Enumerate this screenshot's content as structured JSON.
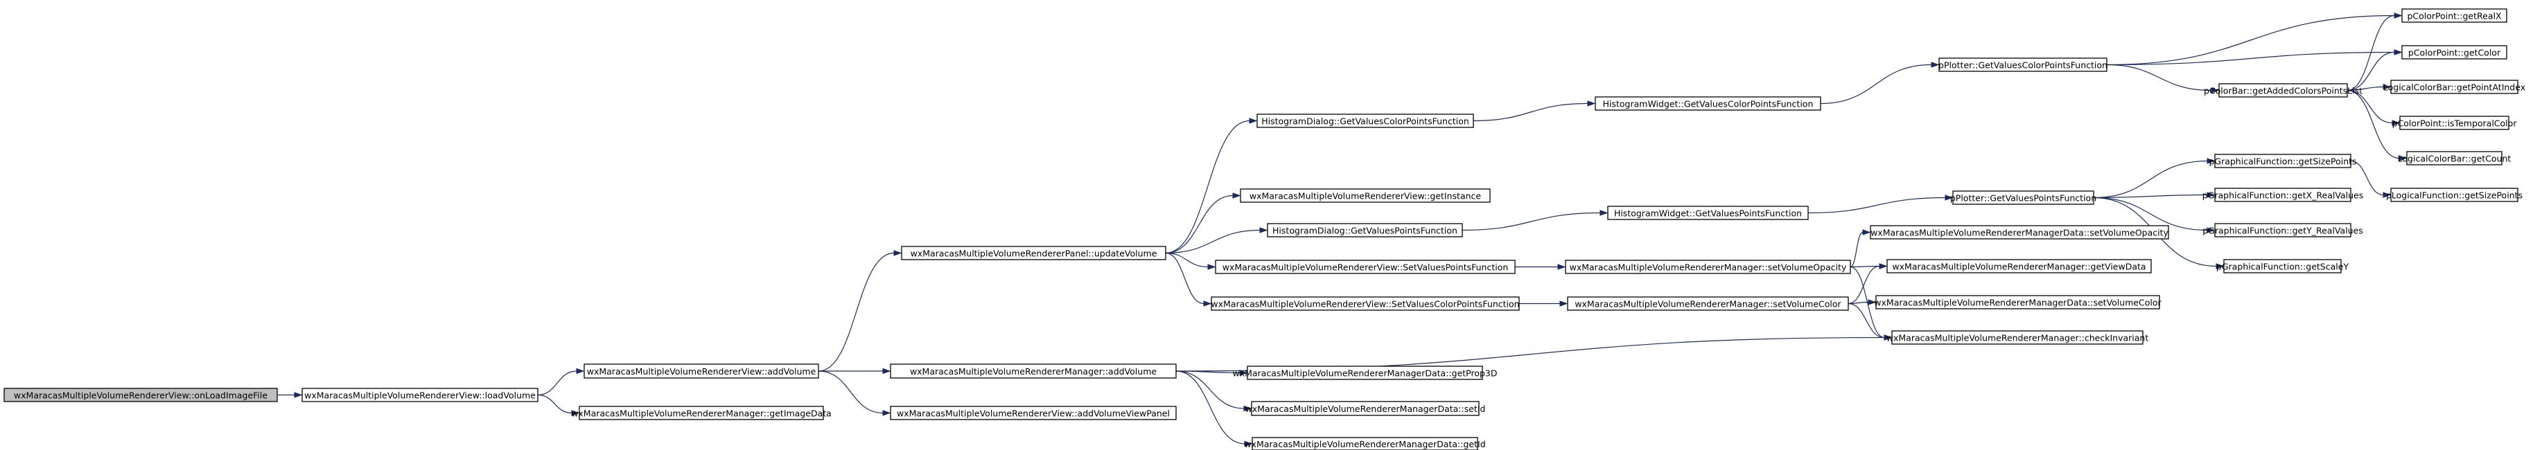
{
  "nodes": [
    {
      "id": "n0",
      "label": "wxMaracasMultipleVolumeRendererView::onLoadImageFile",
      "root": true
    },
    {
      "id": "n1",
      "label": "wxMaracasMultipleVolumeRendererView::loadVolume"
    },
    {
      "id": "n2",
      "label": "wxMaracasMultipleVolumeRendererView::addVolume"
    },
    {
      "id": "n3",
      "label": "wxMaracasMultipleVolumeRendererManager::getImageData"
    },
    {
      "id": "n4",
      "label": "wxMaracasMultipleVolumeRendererPanel::updateVolume"
    },
    {
      "id": "n5",
      "label": "wxMaracasMultipleVolumeRendererManager::addVolume"
    },
    {
      "id": "n6",
      "label": "wxMaracasMultipleVolumeRendererView::addVolumeViewPanel"
    },
    {
      "id": "n7",
      "label": "HistogramDialog::GetValuesColorPointsFunction"
    },
    {
      "id": "n8",
      "label": "wxMaracasMultipleVolumeRendererView::getInstance"
    },
    {
      "id": "n9",
      "label": "HistogramDialog::GetValuesPointsFunction"
    },
    {
      "id": "n10",
      "label": "wxMaracasMultipleVolumeRendererView::SetValuesPointsFunction"
    },
    {
      "id": "n11",
      "label": "wxMaracasMultipleVolumeRendererView::SetValuesColorPointsFunction"
    },
    {
      "id": "n12",
      "label": "wxMaracasMultipleVolumeRendererManagerData::getProp3D"
    },
    {
      "id": "n13",
      "label": "wxMaracasMultipleVolumeRendererManagerData::setId"
    },
    {
      "id": "n14",
      "label": "wxMaracasMultipleVolumeRendererManagerData::getId"
    },
    {
      "id": "n15",
      "label": "HistogramWidget::GetValuesColorPointsFunction"
    },
    {
      "id": "n16",
      "label": "HistogramWidget::GetValuesPointsFunction"
    },
    {
      "id": "n17",
      "label": "wxMaracasMultipleVolumeRendererManager::setVolumeOpacity"
    },
    {
      "id": "n18",
      "label": "wxMaracasMultipleVolumeRendererManager::setVolumeColor"
    },
    {
      "id": "n19",
      "label": "pPlotter::GetValuesColorPointsFunction"
    },
    {
      "id": "n20",
      "label": "pPlotter::GetValuesPointsFunction"
    },
    {
      "id": "n21",
      "label": "wxMaracasMultipleVolumeRendererManagerData::setVolumeOpacity"
    },
    {
      "id": "n22",
      "label": "wxMaracasMultipleVolumeRendererManager::getViewData"
    },
    {
      "id": "n23",
      "label": "wxMaracasMultipleVolumeRendererManagerData::setVolumeColor"
    },
    {
      "id": "n24",
      "label": "wxMaracasMultipleVolumeRendererManager::checkInvariant"
    },
    {
      "id": "n25",
      "label": "pColorBar::getAddedColorsPointsList"
    },
    {
      "id": "n26",
      "label": "pGraphicalFunction::getSizePoints"
    },
    {
      "id": "n27",
      "label": "pGraphicalFunction::getX_RealValues"
    },
    {
      "id": "n28",
      "label": "pGraphicalFunction::getY_RealValues"
    },
    {
      "id": "n29",
      "label": "pGraphicalFunction::getScaleY"
    },
    {
      "id": "n30",
      "label": "pColorPoint::getRealX"
    },
    {
      "id": "n31",
      "label": "pColorPoint::getColor"
    },
    {
      "id": "n32",
      "label": "LogicalColorBar::getPointAtIndex"
    },
    {
      "id": "n33",
      "label": "pColorPoint::isTemporalColor"
    },
    {
      "id": "n34",
      "label": "LogicalColorBar::getCount"
    },
    {
      "id": "n35",
      "label": "pLogicalFunction::getSizePoints"
    }
  ],
  "edges": [
    [
      "n0",
      "n1"
    ],
    [
      "n1",
      "n2"
    ],
    [
      "n1",
      "n3"
    ],
    [
      "n2",
      "n4"
    ],
    [
      "n2",
      "n5"
    ],
    [
      "n2",
      "n6"
    ],
    [
      "n4",
      "n7"
    ],
    [
      "n4",
      "n8"
    ],
    [
      "n4",
      "n9"
    ],
    [
      "n4",
      "n10"
    ],
    [
      "n4",
      "n11"
    ],
    [
      "n5",
      "n12"
    ],
    [
      "n5",
      "n13"
    ],
    [
      "n5",
      "n14"
    ],
    [
      "n5",
      "n24"
    ],
    [
      "n7",
      "n15"
    ],
    [
      "n9",
      "n16"
    ],
    [
      "n10",
      "n17"
    ],
    [
      "n11",
      "n18"
    ],
    [
      "n15",
      "n19"
    ],
    [
      "n16",
      "n20"
    ],
    [
      "n17",
      "n21"
    ],
    [
      "n17",
      "n22"
    ],
    [
      "n17",
      "n24"
    ],
    [
      "n18",
      "n22"
    ],
    [
      "n18",
      "n23"
    ],
    [
      "n18",
      "n24"
    ],
    [
      "n19",
      "n25"
    ],
    [
      "n19",
      "n30"
    ],
    [
      "n19",
      "n31"
    ],
    [
      "n20",
      "n26"
    ],
    [
      "n20",
      "n27"
    ],
    [
      "n20",
      "n28"
    ],
    [
      "n20",
      "n29"
    ],
    [
      "n25",
      "n30"
    ],
    [
      "n25",
      "n31"
    ],
    [
      "n25",
      "n32"
    ],
    [
      "n25",
      "n33"
    ],
    [
      "n25",
      "n34"
    ],
    [
      "n26",
      "n35"
    ]
  ]
}
